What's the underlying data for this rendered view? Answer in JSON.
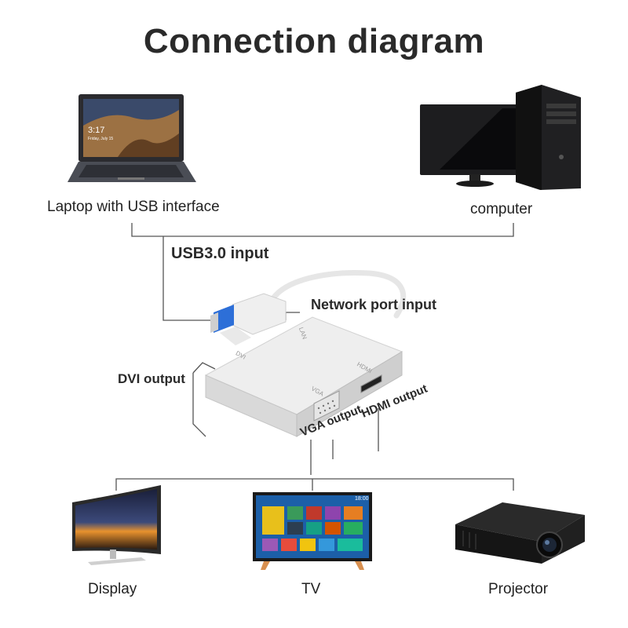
{
  "title": "Connection diagram",
  "sources": {
    "laptop_label": "Laptop with USB interface",
    "computer_label": "computer"
  },
  "adapter": {
    "usb_input": "USB3.0 input",
    "network_input": "Network port input",
    "dvi_output": "DVI output",
    "vga_output": "VGA output",
    "hdmi_output": "HDMI output",
    "port_lan": "LAN",
    "port_dvi": "DVI",
    "port_vga": "VGA",
    "port_hdmi": "HDMI"
  },
  "outputs": {
    "display_label": "Display",
    "tv_label": "TV",
    "projector_label": "Projector"
  },
  "laptop_screen": {
    "time": "3:17",
    "date": "Friday, July 15"
  },
  "tv_screen": {
    "time": "18:00"
  },
  "colors": {
    "line": "#555555",
    "adapter_body": "#dcdcdc",
    "title": "#2a2a2a"
  }
}
